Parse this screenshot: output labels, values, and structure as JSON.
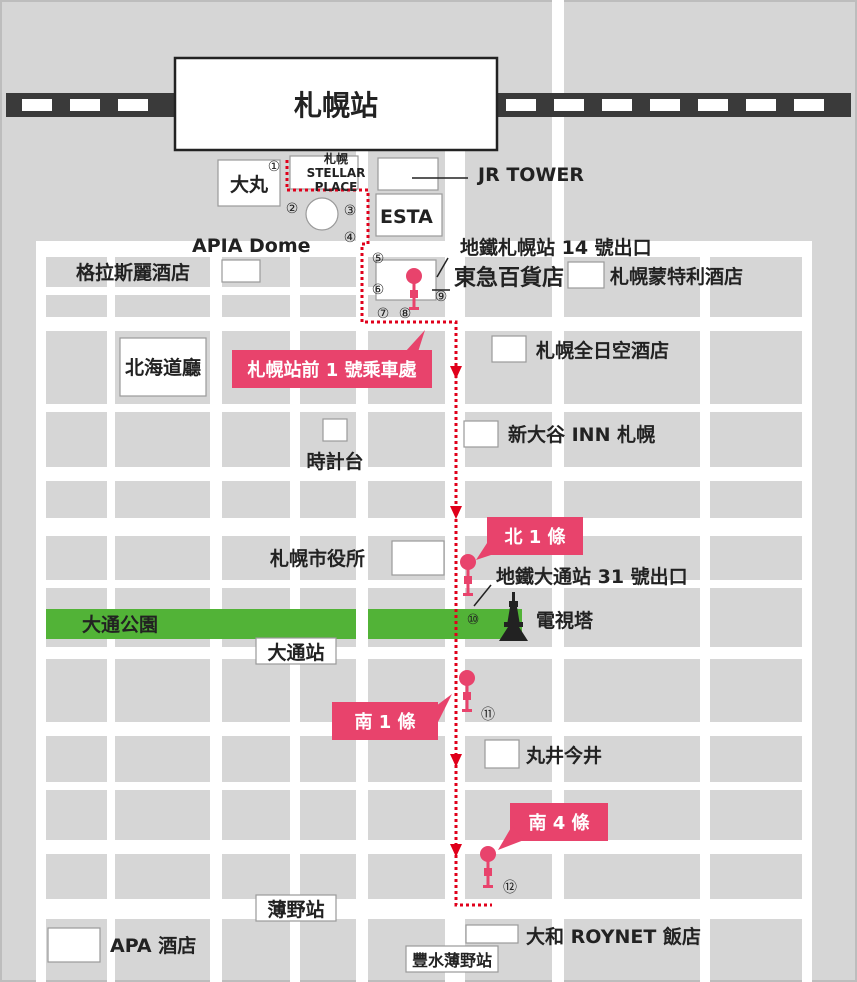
{
  "station_main": "札幌站",
  "labels": {
    "daimaru": "大丸",
    "stellar_place": "札幌 STELLAR PLACE",
    "jr_tower": "JR TOWER",
    "esta": "ESTA",
    "apia_dome": "APIA Dome",
    "subway_exit_14": "地鐵札幌站 14 號出口",
    "tokyu": "東急百貨店",
    "granvia": "格拉斯麗酒店",
    "monterey": "札幌蒙特利酒店",
    "hokkaido_office": "北海道廳",
    "ana_hotel": "札幌全日空酒店",
    "new_otani": "新大谷 INN 札幌",
    "clock_tower": "時計台",
    "city_hall": "札幌市役所",
    "subway_exit_31": "地鐵大通站 31 號出口",
    "odori_park": "大通公園",
    "tv_tower": "電視塔",
    "odori_station": "大通站",
    "marui": "丸井今井",
    "susukino_station": "薄野站",
    "apa_hotel": "APA 酒店",
    "daiwa_roynet": "大和 ROYNET 飯店",
    "hosui_susukino": "豐水薄野站"
  },
  "stops": {
    "sapporo_ekimae": "札幌站前 1 號乘車處",
    "kita1": "北 1 條",
    "minami1": "南 1 條",
    "minami4": "南 4 條"
  },
  "markers": [
    "①",
    "②",
    "③",
    "④",
    "⑤",
    "⑥",
    "⑦",
    "⑧",
    "⑨",
    "⑩",
    "⑪",
    "⑫"
  ],
  "colors": {
    "background": "#d6d6d6",
    "road": "#ffffff",
    "route": "#e0001b",
    "stop_pink": "#e8436c",
    "park_green": "#52b337",
    "rail": "#3a3a3a"
  },
  "icons": {
    "stop_marker": "bus-stop-pin-icon",
    "tower": "tv-tower-icon",
    "route_arrow": "triangle-down-icon"
  }
}
